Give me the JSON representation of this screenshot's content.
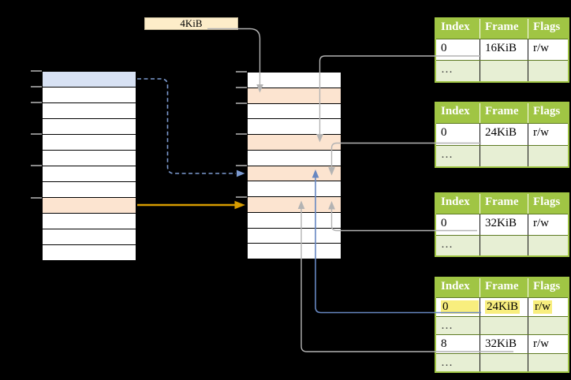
{
  "size_label": {
    "text": "4KiB"
  },
  "left_table": {
    "rows": 12,
    "row_fills": [
      "blue",
      "white",
      "white",
      "white",
      "white",
      "white",
      "white",
      "white",
      "orange",
      "white",
      "white",
      "white"
    ]
  },
  "middle_table": {
    "rows": 12,
    "row_fills": [
      "white",
      "orange",
      "white",
      "white",
      "orange",
      "white",
      "orange",
      "white",
      "orange",
      "white",
      "white",
      "white"
    ]
  },
  "tick_row_boundaries": [
    0,
    1,
    2,
    4,
    6,
    8
  ],
  "page_tables": [
    {
      "position": "top",
      "headers": [
        "Index",
        "Frame",
        "Flags"
      ],
      "rows": [
        {
          "cells": [
            "0",
            "16KiB",
            "r/w"
          ],
          "shaded": false,
          "highlight": false
        },
        {
          "cells": [
            "…",
            "",
            ""
          ],
          "shaded": true,
          "highlight": false
        }
      ]
    },
    {
      "position": "upper-middle",
      "headers": [
        "Index",
        "Frame",
        "Flags"
      ],
      "rows": [
        {
          "cells": [
            "0",
            "24KiB",
            "r/w"
          ],
          "shaded": false,
          "highlight": false
        },
        {
          "cells": [
            "…",
            "",
            ""
          ],
          "shaded": true,
          "highlight": false
        }
      ]
    },
    {
      "position": "lower-middle",
      "headers": [
        "Index",
        "Frame",
        "Flags"
      ],
      "rows": [
        {
          "cells": [
            "0",
            "32KiB",
            "r/w"
          ],
          "shaded": false,
          "highlight": false
        },
        {
          "cells": [
            "…",
            "",
            ""
          ],
          "shaded": true,
          "highlight": false
        }
      ]
    },
    {
      "position": "bottom",
      "headers": [
        "Index",
        "Frame",
        "Flags"
      ],
      "rows": [
        {
          "cells": [
            "0",
            "24KiB",
            "r/w"
          ],
          "shaded": false,
          "highlight": true
        },
        {
          "cells": [
            "…",
            "",
            ""
          ],
          "shaded": true,
          "highlight": false
        },
        {
          "cells": [
            "8",
            "32KiB",
            "r/w"
          ],
          "shaded": false,
          "highlight": false
        },
        {
          "cells": [
            "…",
            "",
            ""
          ],
          "shaded": true,
          "highlight": false
        }
      ]
    }
  ],
  "colors": {
    "header_green": "#a0c544",
    "light_green": "#e7efd4",
    "olive_border": "#5e7a23",
    "orange_fill": "#fce4d0",
    "blue_fill": "#d8e2f4",
    "cream_fill": "#fdedc9",
    "cream_border": "#c9bd9c",
    "yellow_highlight": "#f8ee7e",
    "gray_line": "#b3b3b3",
    "blue_line": "#6787c1",
    "blue_dashed": "#7c9ad0",
    "orange_arrow": "#d79c00",
    "tick_gray": "#8a8a8a"
  }
}
